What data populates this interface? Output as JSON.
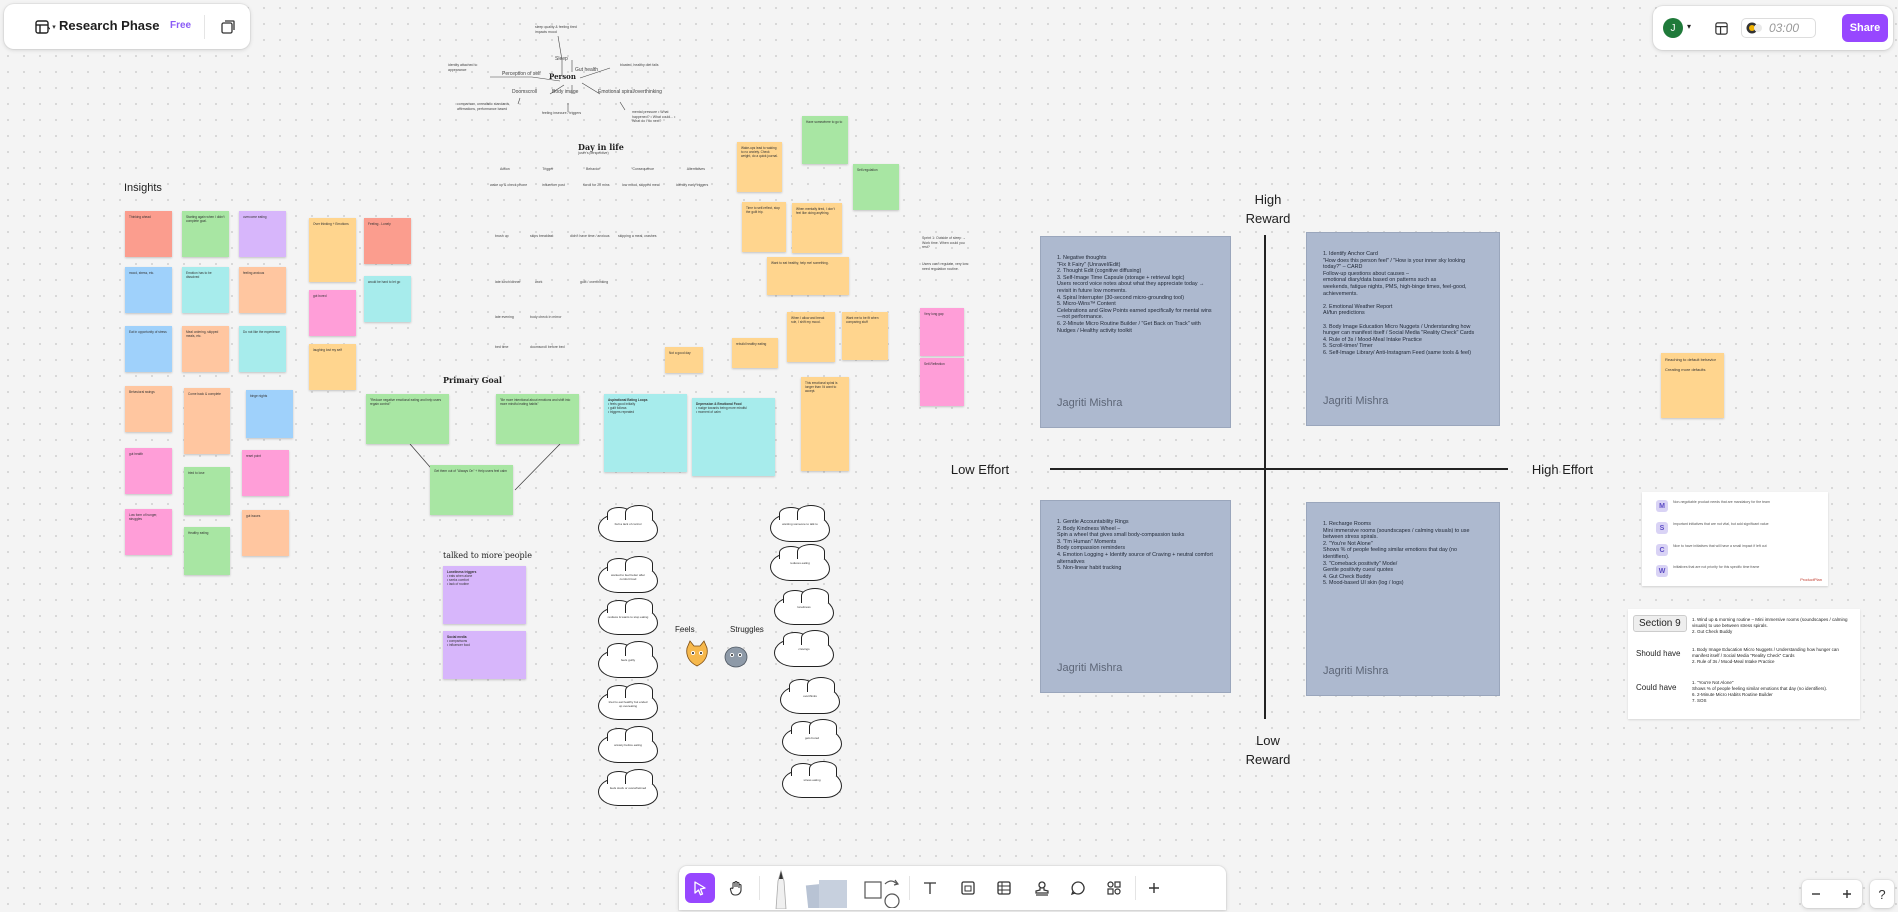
{
  "topbar": {
    "board_title": "Research Phase",
    "plan_badge": "Free",
    "timer": "03:00",
    "share_label": "Share",
    "avatar_initial": "J"
  },
  "person_map": {
    "center": "Person",
    "sleep": "Sleep",
    "gut_health": "Gut health",
    "perception": "Perception of self",
    "doomscroll": "Doomscroll",
    "body_image": "Body image",
    "emotional": "Emotional spiral/overthinking"
  },
  "day_in_life": {
    "title": "Day in life",
    "subtitle": "(user’s perspective)",
    "cols": [
      "Action",
      "Trigger",
      "Behavior",
      "Consequence",
      "Alternatives"
    ]
  },
  "sections": {
    "insights": "Insights",
    "primary_goal": "Primary Goal",
    "talked": "talked to more people",
    "feels": "Feels",
    "struggles": "Struggles"
  },
  "matrix": {
    "high_reward": "High\nReward",
    "low_reward": "Low\nReward",
    "low_effort": "Low Effort",
    "high_effort": "High Effort",
    "q1": {
      "text": "1. Negative thoughts\n\"Fix It Fairy\" (Unravel/Edit)\n 2. Thought Edit (cognitive diffusing)\n 3. Self-Image Time Capsule (storage + retrieval logic)\nUsers record voice notes about what they appreciate today → revisit in future low moments.\n 4. Spiral Interrupter (30-second micro-grounding tool)\n 5. Micro-Wins™ Content\nCelebrations and Glow Points earned specifically for mental wins—not performance.\n 6. 2-Minute Micro Routine Builder / \"Get Back on Track\" with Nudges / Healthy activity toolkit",
      "author": "Jagriti Mishra"
    },
    "q2": {
      "text": "1. Identify Anchor Card\n\"How does this person feel\" / \"How is your inner sky looking today?\" – CARD\nFollow-up questions about causes –\nemotional diary/data based on patterns such as\nweekends, fatigue nights, PMS, high-binge times, feel-good, achievements.\n\n 2. Emotional Weather Report\nAI/fun predictions\n\n 3. Body Image Education Micro Nuggets / Understanding how hunger can manifest itself / Social Media \"Reality Check\" Cards\n 4. Rule of 3s / Mood-Meal Intake Practice\n 5. Scroll-timer/ Timer\n 6. Self-Image Library/ Anti-Instagram Feed (same tools & feel)",
      "author": "Jagriti Mishra"
    },
    "q3": {
      "text": "1. Gentle Accountability Rings\n 2. Body Kindness Wheel –\nSpin a wheel that gives small body-compassion tasks\n 3. \"I'm Human\" Moments\nBody compassion reminders\n 4. Emotion Logging + Identify source of Craving + neutral comfort alternatives\n 5. Non-linear habit tracking",
      "author": "Jagriti Mishra"
    },
    "q4": {
      "text": "1. Recharge Rooms\nMini immersive rooms (soundscapes / calming visuals) to use between stress spirals.\n 2. \"You're Not Alone\"\nShows % of people feeling similar emotions that day (no identifiers).\n 3. \"Comeback positivity\" Mode/\nGentle positivity cues/ quotes\n 4. Gut Check Buddy\n 5. Mood-based UI skin (log / logs)",
      "author": "Jagriti Mishra"
    }
  },
  "right_sticky": {
    "text": "Reaching to default behavior\n\nCreating more defaults"
  },
  "moscow": {
    "rows": [
      {
        "letter": "M",
        "text": "Non-negotiable product needs that are mandatory for the team"
      },
      {
        "letter": "S",
        "text": "Important initiatives that are not vital, but add significant value"
      },
      {
        "letter": "C",
        "text": "Nice to have initiatives that will have a small impact if left out"
      },
      {
        "letter": "W",
        "text": "Initiatives that are not priority for this specific time frame"
      }
    ],
    "brand": "ProductPlan"
  },
  "section9": {
    "title": "Section 9",
    "must_items": "1. Wind up & morning routine – Mini immersive rooms (soundscapes / calming visuals) to use between stress spirals.\n2. Gut Check Buddy",
    "should_label": "Should have",
    "should_items": "1. Body Image Education Micro Nuggets / Understanding how hunger can manifest itself / Social Media \"Reality Check\" Cards\n2. Rule of 3s / Mood-Meal Intake Practice",
    "could_label": "Could have",
    "could_items": "1. \"You're Not Alone\"\nShows % of people feeling similar emotions that day (no identifiers).\n6. 2-Minute Micro Habits Routine Builder\n7. SOS"
  },
  "colors": {
    "accent": "#8b5cf6",
    "share_bg": "#9747ff",
    "quad_bg": "#adb9cf",
    "avatar_bg": "#1f7a3a"
  },
  "icons": {
    "menu": "menu-icon",
    "select": "cursor-icon",
    "hand": "hand-icon",
    "pen": "pen-icon",
    "shape": "square-icon",
    "text": "text-icon",
    "frame": "frame-icon",
    "table": "table-icon",
    "stamp": "stamp-icon",
    "comment": "comment-icon",
    "apps": "apps-icon",
    "plus": "plus-icon",
    "minus": "minus-icon",
    "help": "help-icon"
  }
}
